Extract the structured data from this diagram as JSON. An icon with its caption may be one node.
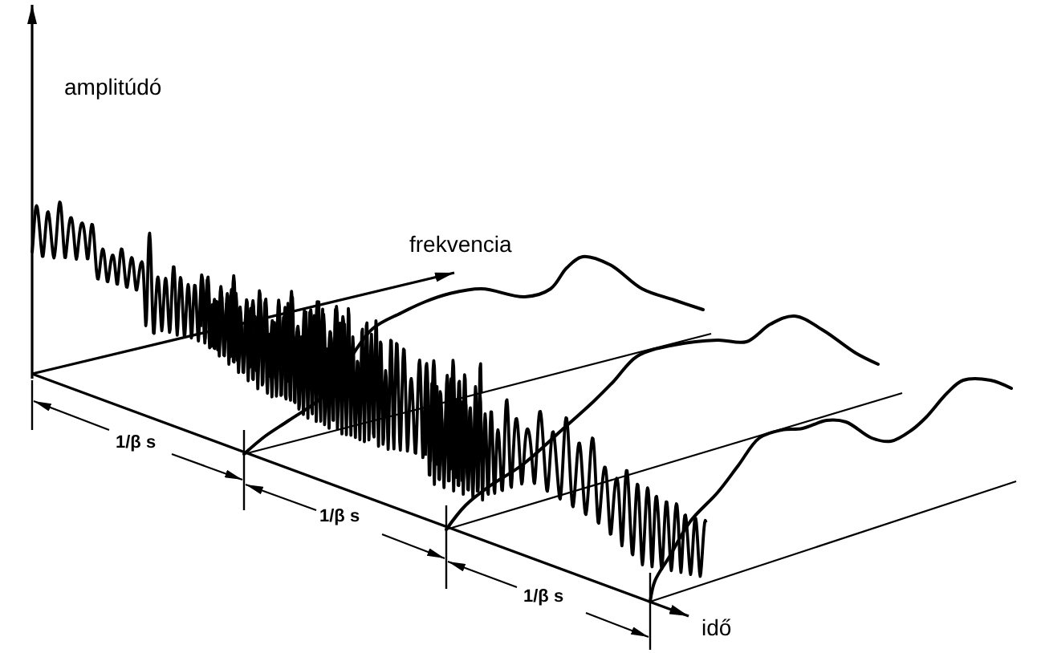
{
  "diagram": {
    "labels": [
      "amplitúdó",
      "frekvencia",
      "1/β s",
      "1/β s",
      "1/β s",
      "idő"
    ]
  }
}
